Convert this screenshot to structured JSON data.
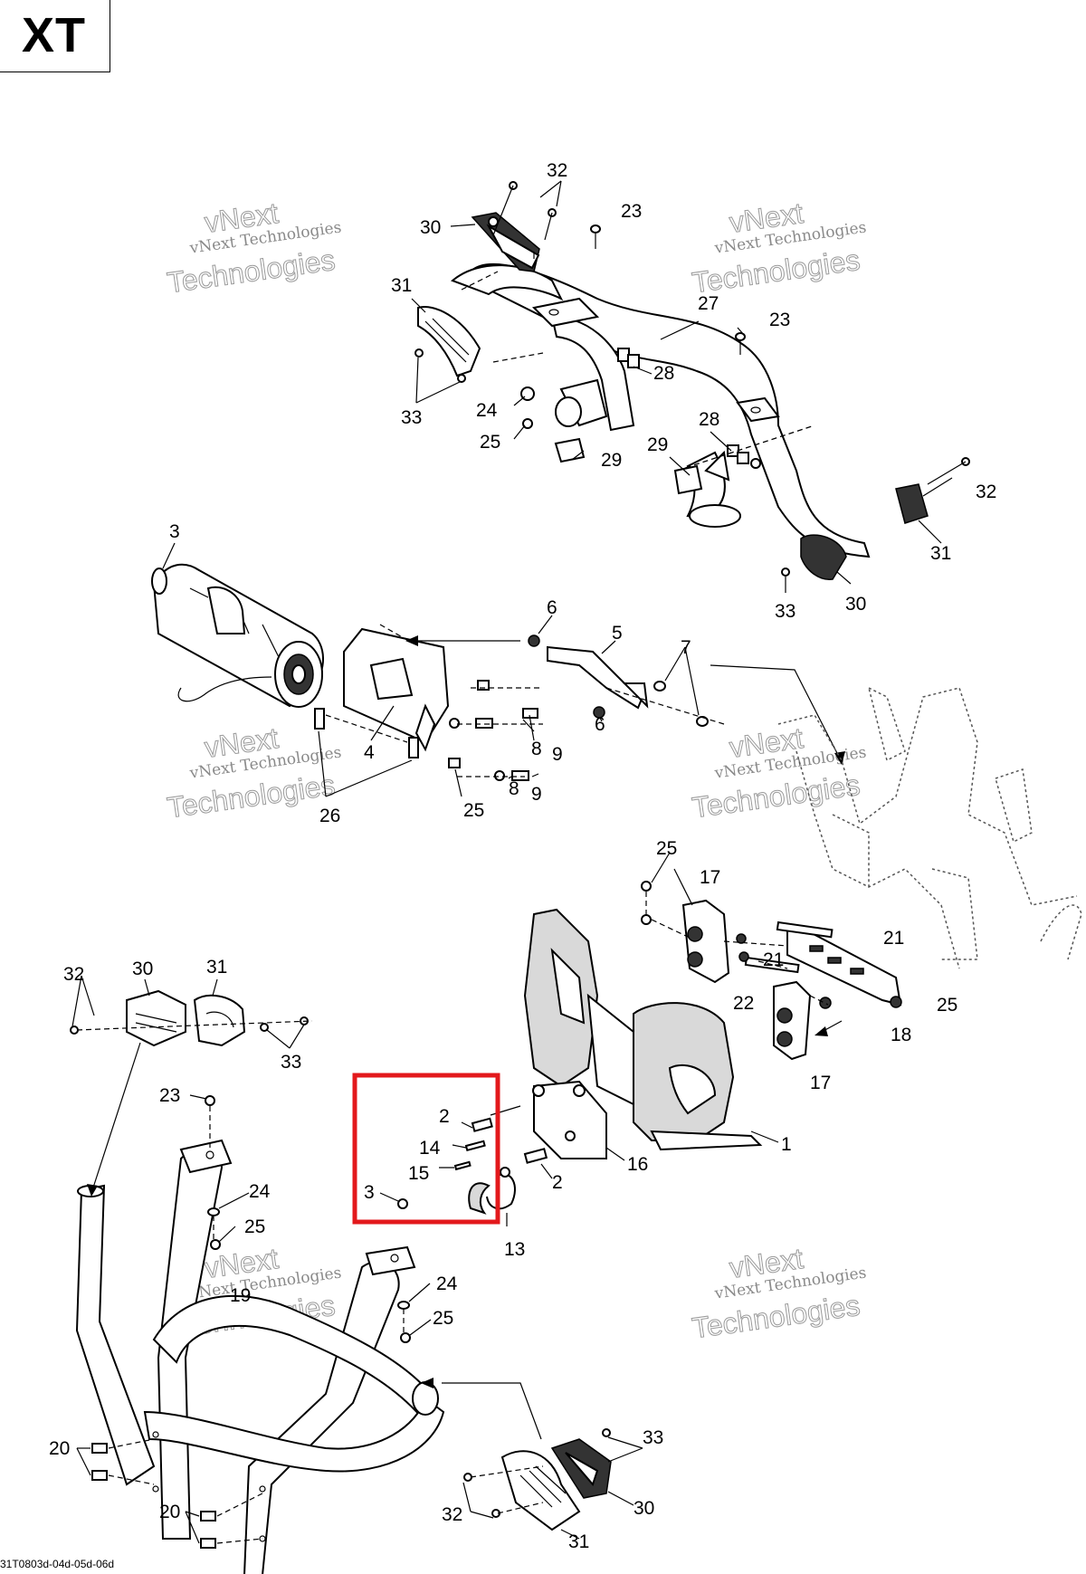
{
  "header": {
    "model_label": "XT"
  },
  "footer": {
    "drawing_code": "31T0803d-04d-05d-06d"
  },
  "watermark": {
    "line1": "vNext Technologies",
    "line2": "vNext",
    "line3": "Technologies"
  },
  "callouts": {
    "c1": "1",
    "c2a": "2",
    "c2b": "2",
    "c3a": "3",
    "c3b": "3",
    "c4": "4",
    "c5": "5",
    "c6a": "6",
    "c6b": "6",
    "c7": "7",
    "c8a": "8",
    "c8b": "8",
    "c9a": "9",
    "c9b": "9",
    "c13": "13",
    "c14": "14",
    "c15": "15",
    "c16": "16",
    "c17a": "17",
    "c17b": "17",
    "c18": "18",
    "c19": "19",
    "c20a": "20",
    "c20b": "20",
    "c21a": "21",
    "c21b": "21",
    "c22": "22",
    "c23a": "23",
    "c23b": "23",
    "c23c": "23",
    "c24a": "24",
    "c24b": "24",
    "c24c": "24",
    "c25a": "25",
    "c25b": "25",
    "c25c": "25",
    "c25d": "25",
    "c25e": "25",
    "c25f": "25",
    "c26": "26",
    "c27": "27",
    "c28a": "28",
    "c28b": "28",
    "c29a": "29",
    "c29b": "29",
    "c30a": "30",
    "c30b": "30",
    "c30c": "30",
    "c30d": "30",
    "c31a": "31",
    "c31b": "31",
    "c31c": "31",
    "c31d": "31",
    "c32a": "32",
    "c32b": "32",
    "c32c": "32",
    "c32d": "32",
    "c33a": "33",
    "c33b": "33",
    "c33c": "33",
    "c33d": "33"
  },
  "highlight": {
    "color": "#e3191c"
  },
  "colors": {
    "line": "#000000",
    "watermark": "#9a9a9a",
    "background": "#ffffff"
  }
}
